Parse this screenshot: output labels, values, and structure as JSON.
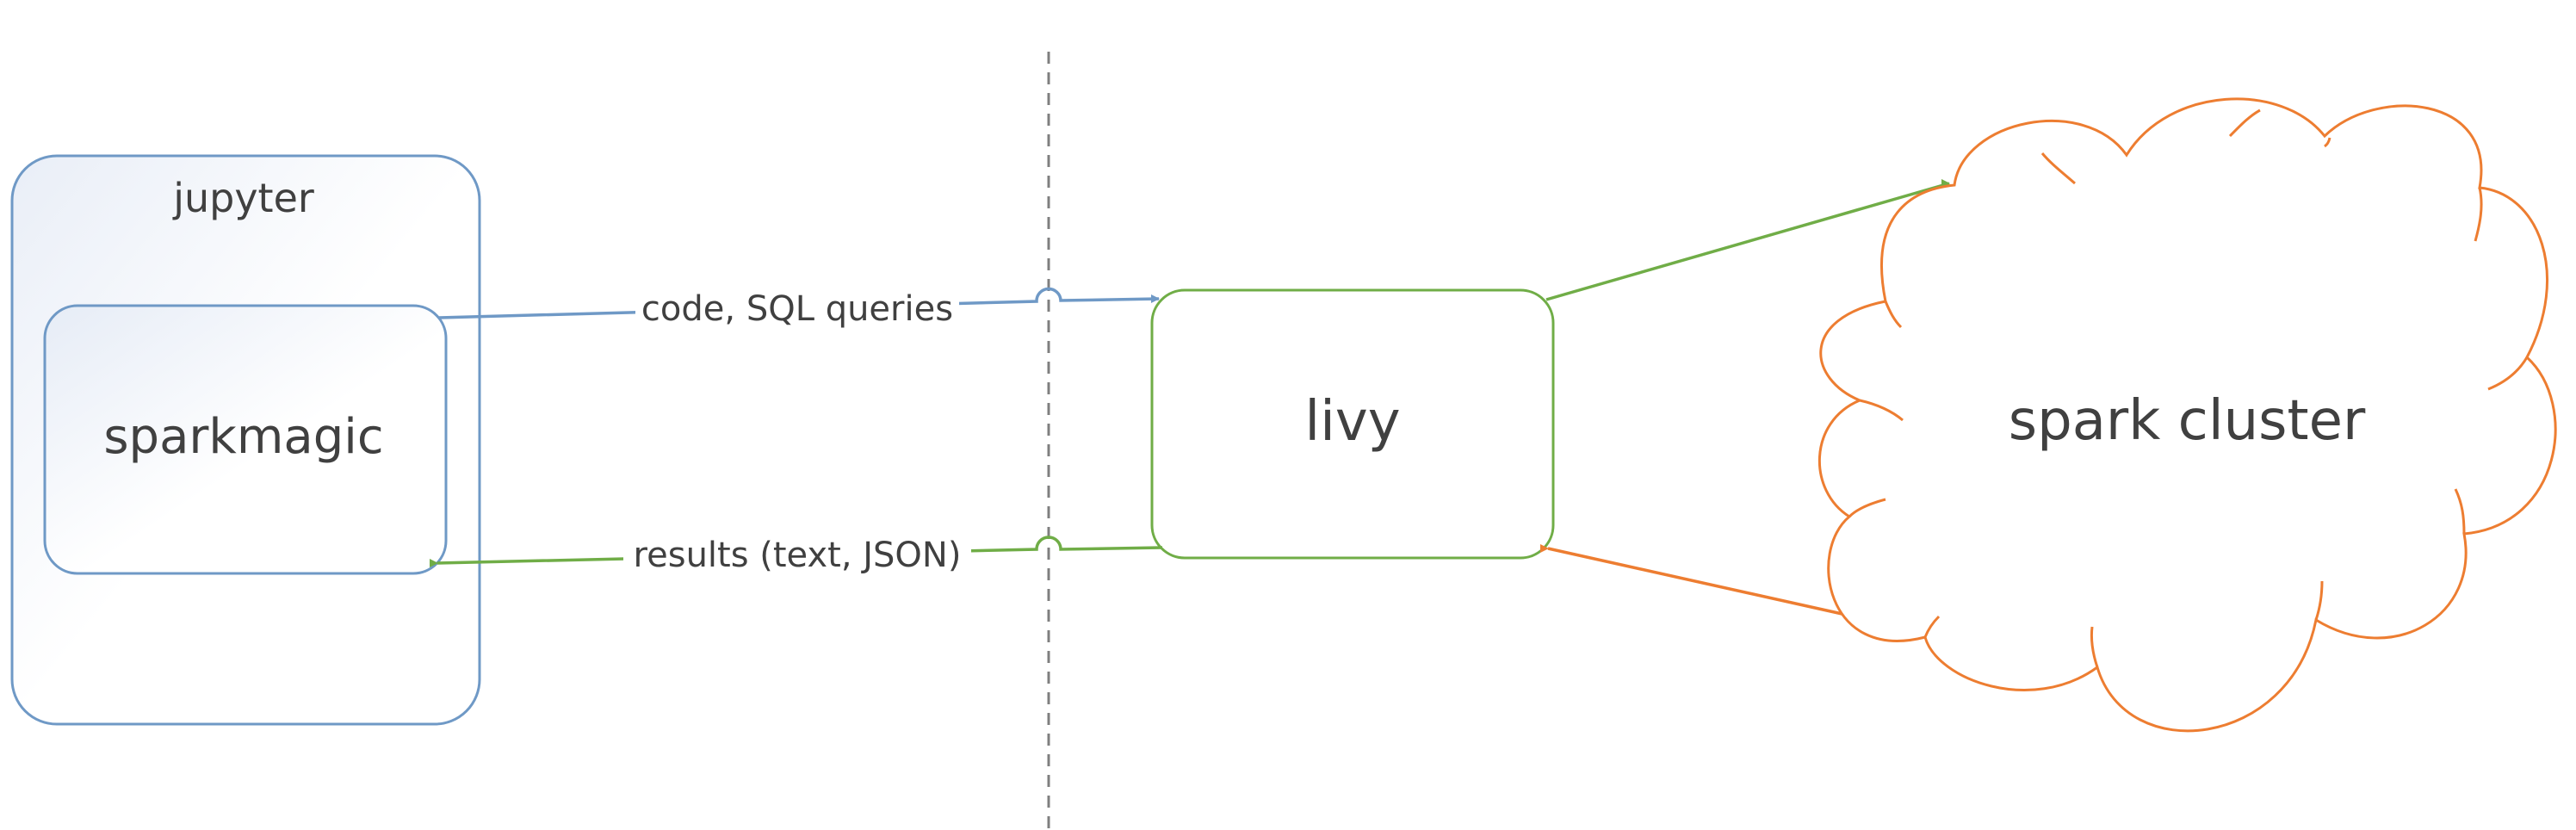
{
  "nodes": {
    "jupyter": {
      "label": "jupyter"
    },
    "sparkmagic": {
      "label": "sparkmagic"
    },
    "livy": {
      "label": "livy"
    },
    "spark_cluster": {
      "label": "spark cluster"
    }
  },
  "edges": {
    "code": {
      "label": "code, SQL queries"
    },
    "results": {
      "label": "results (text, JSON)"
    }
  },
  "colors": {
    "blue_border": "#6f99c6",
    "green": "#70ad47",
    "orange": "#ed7d31",
    "divider": "#7f7f7f",
    "text": "#404040"
  }
}
